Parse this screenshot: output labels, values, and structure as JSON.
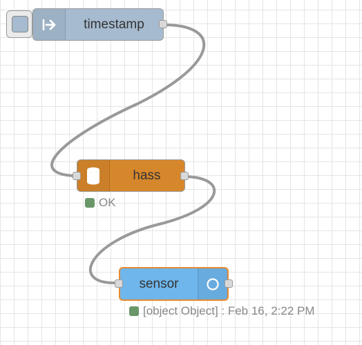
{
  "nodes": {
    "timestamp": {
      "label": "timestamp",
      "color": "#a6bbcf",
      "icon": "arrow-inject-icon"
    },
    "hass": {
      "label": "hass",
      "color": "#d7872b",
      "icon": "database-icon",
      "status": "OK"
    },
    "sensor": {
      "label": "sensor",
      "color": "#6fb6ec",
      "icon": "circle-icon",
      "status": "[object Object] : Feb 16, 2:22 PM"
    }
  },
  "colors": {
    "wire": "#999999",
    "status_ok": "#5a8c5a",
    "selected_outline": "#e88a2c"
  }
}
